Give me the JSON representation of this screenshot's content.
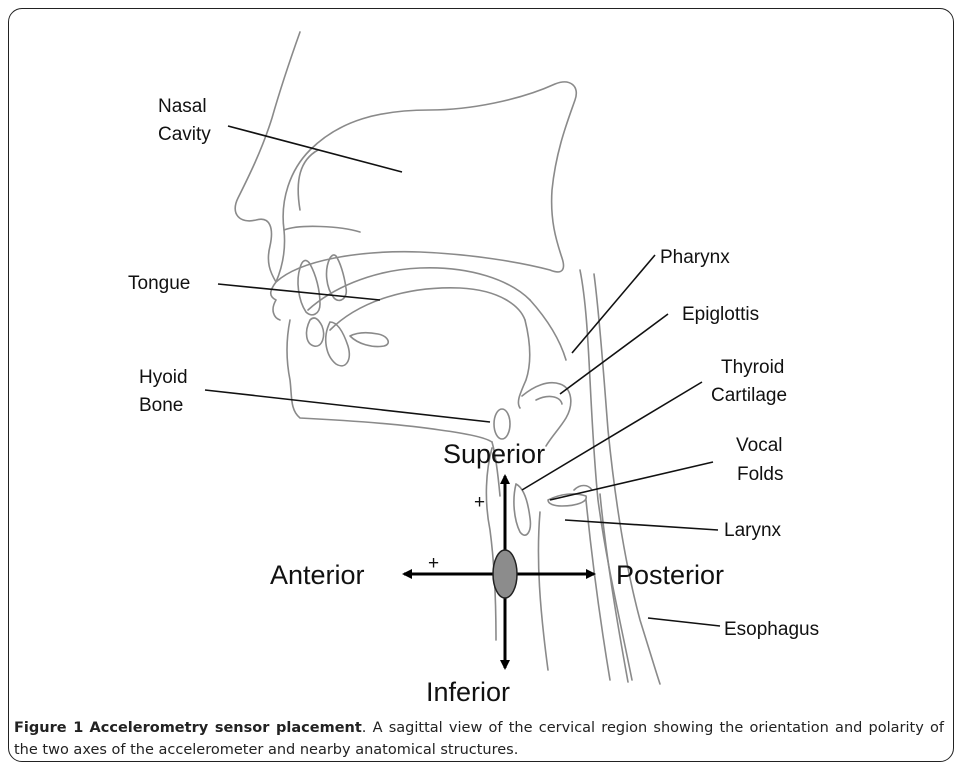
{
  "labels": {
    "nasal_cavity": [
      "Nasal",
      "Cavity"
    ],
    "tongue": "Tongue",
    "hyoid_bone": [
      "Hyoid",
      "Bone"
    ],
    "pharynx": "Pharynx",
    "epiglottis": "Epiglottis",
    "thyroid_cartilage": [
      "Thyroid",
      "Cartilage"
    ],
    "vocal_folds": [
      "Vocal",
      "Folds"
    ],
    "larynx": "Larynx",
    "esophagus": "Esophagus"
  },
  "axes": {
    "superior": "Superior",
    "inferior": "Inferior",
    "anterior": "Anterior",
    "posterior": "Posterior",
    "plus_vertical": "+",
    "plus_horizontal": "+"
  },
  "caption": {
    "label": "Figure 1",
    "title": "Accelerometry sensor placement",
    "text": ". A sagittal view of the cervical region showing the orientation and polarity of the two axes of the accelerometer and nearby anatomical structures."
  },
  "colors": {
    "sketch": "#8a8a8a",
    "sensor": "#8c8c8c",
    "ink": "#000000"
  }
}
